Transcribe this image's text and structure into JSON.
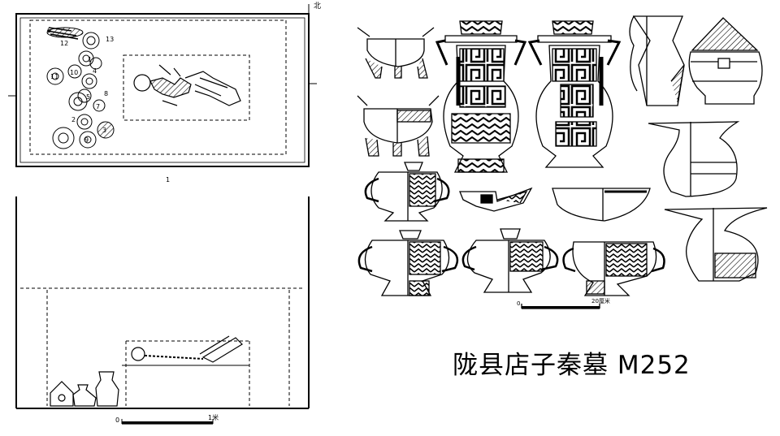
{
  "caption": "陇县店子秦墓 M252",
  "plan": {
    "north_label": "北",
    "edge_mark": "1",
    "numbers": [
      "6",
      "12",
      "13",
      "1",
      "11",
      "10",
      "4",
      "5",
      "2",
      "8",
      "7",
      "9",
      "3"
    ],
    "scale": {
      "start": "0",
      "end": "1米"
    }
  },
  "vessels": {
    "scale": {
      "start": "0",
      "end": "20厘米"
    }
  }
}
